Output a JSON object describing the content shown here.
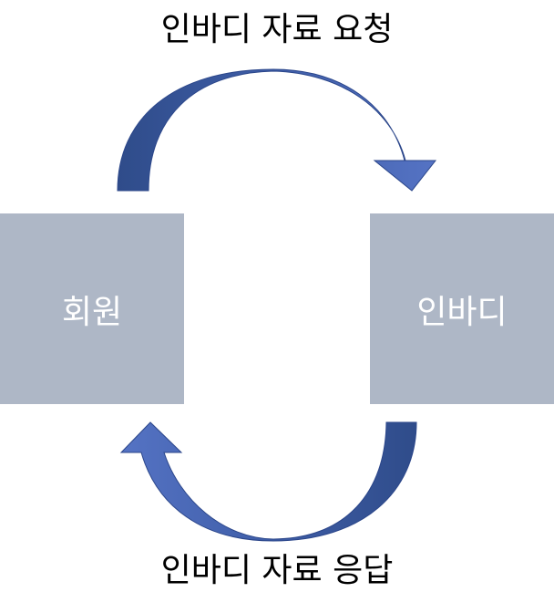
{
  "diagram": {
    "top_label": "인바디 자료 요청",
    "bottom_label": "인바디 자료 응답",
    "left_box_label": "회원",
    "right_box_label": "인바디",
    "colors": {
      "box_fill": "#aeb7c6",
      "box_text": "#ffffff",
      "arrow_dark": "#2f4c8a",
      "arrow_light": "#5573c4",
      "arrow_stroke": "#2b468a"
    }
  }
}
